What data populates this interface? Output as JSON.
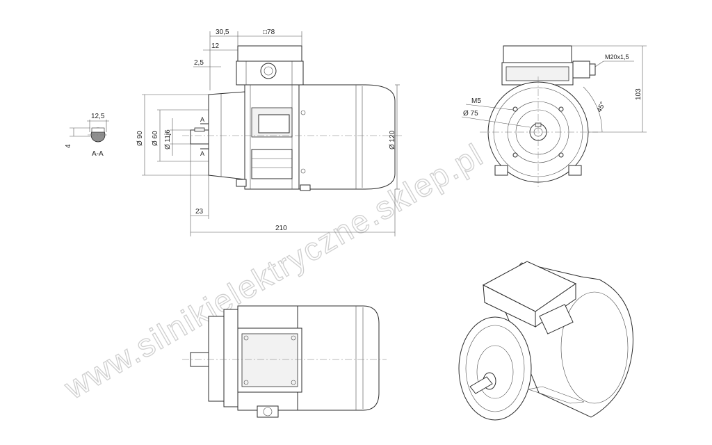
{
  "watermark": "www.silnikielektryczne.sklep.pl",
  "section": {
    "label": "A-A",
    "dim_width": "12,5",
    "dim_height": "4"
  },
  "side_view": {
    "dim_top_a": "30,5",
    "dim_top_b": "□78",
    "dim_12": "12",
    "dim_2_5": "2,5",
    "dim_dia_90": "Ø 90",
    "dim_dia_60": "Ø 60",
    "dim_dia_11": "Ø 11j6",
    "dim_dia_120": "Ø 120",
    "dim_23": "23",
    "dim_210": "210",
    "cut_marker": "A"
  },
  "front_view": {
    "dim_m5": "M5",
    "dim_dia_75": "Ø 75",
    "dim_gland": "M20x1,5",
    "dim_103": "103",
    "dim_angle": "45°"
  }
}
